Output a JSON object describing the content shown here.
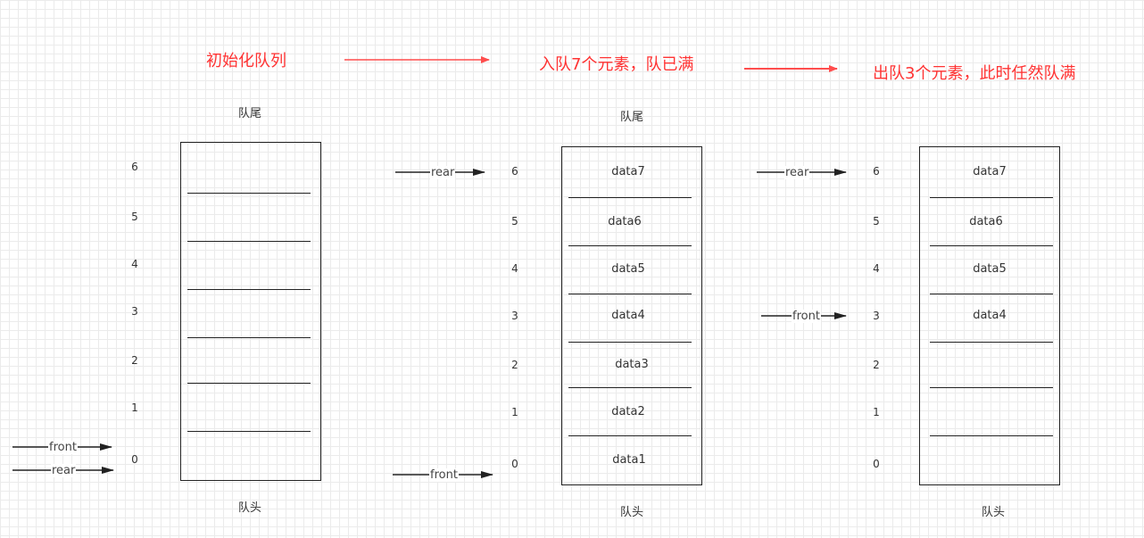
{
  "steps": [
    {
      "title": "初始化队列",
      "top_caption": "队尾",
      "bottom_caption": "队头",
      "indices": [
        "6",
        "5",
        "4",
        "3",
        "2",
        "1",
        "0"
      ],
      "cells": [
        "",
        "",
        "",
        "",
        "",
        "",
        ""
      ],
      "rear_label": "rear",
      "front_label": "front"
    },
    {
      "title": "入队7个元素，队已满",
      "top_caption": "队尾",
      "bottom_caption": "队头",
      "indices": [
        "6",
        "5",
        "4",
        "3",
        "2",
        "1",
        "0"
      ],
      "cells": [
        "data7",
        "data6",
        "data5",
        "data4",
        "data3",
        "data2",
        "data1"
      ],
      "rear_label": "rear",
      "front_label": "front"
    },
    {
      "title": "出队3个元素，此时任然队满",
      "bottom_caption": "队头",
      "indices": [
        "6",
        "5",
        "4",
        "3",
        "2",
        "1",
        "0"
      ],
      "cells": [
        "data7",
        "data6",
        "data5",
        "data4",
        "",
        "",
        ""
      ],
      "rear_label": "rear",
      "front_label": "front"
    }
  ],
  "colors": {
    "title": "#ff3333",
    "flow_arrow": "#ff4d4d",
    "pointer_arrow": "#222222",
    "box_stroke": "#222222"
  }
}
